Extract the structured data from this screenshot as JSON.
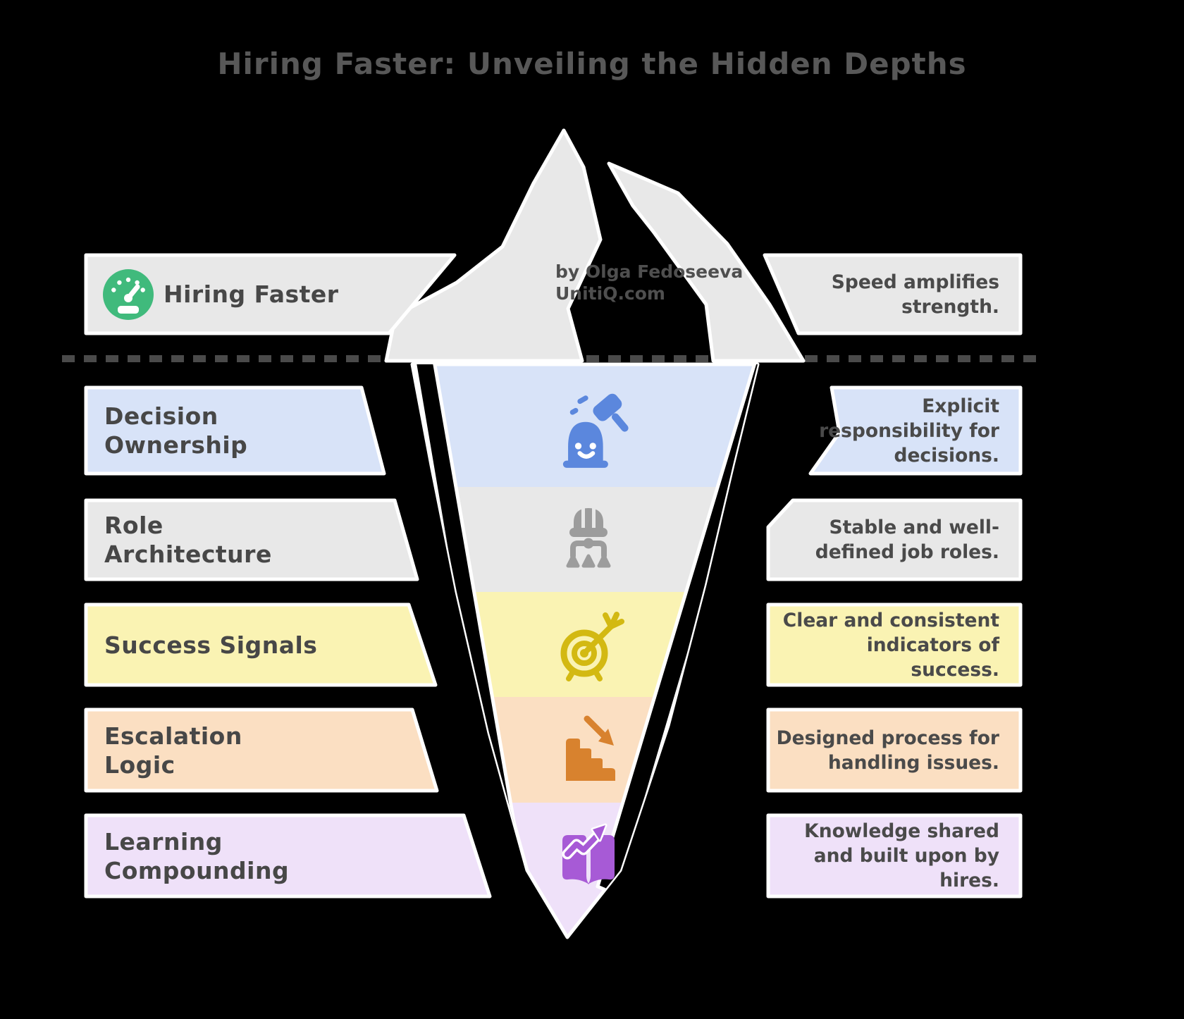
{
  "title": "Hiring Faster: Unveiling the Hidden Depths",
  "attribution": "by Olga Fedoseeva\nUnitiQ.com",
  "background_color": "#000000",
  "iceberg_fill": "#e8e8e8",
  "outline_color": "#ffffff",
  "text_color": "#4a4a4a",
  "waterline": {
    "style": "dashed",
    "color": "#4a4a4a"
  },
  "rows": [
    {
      "id": "hiring-faster",
      "label": "Hiring Faster",
      "description": "Speed amplifies\nstrength.",
      "band_color": "#e8e8e8",
      "icon": "speedometer-icon",
      "icon_color": "#40ba7c",
      "zone": "above waterline"
    },
    {
      "id": "decision-ownership",
      "label": "Decision\nOwnership",
      "description": "Explicit\nresponsibility for\ndecisions.",
      "band_color": "#d8e3f8",
      "icon": "gavel-character-icon",
      "icon_color": "#5b87dd",
      "zone": "below waterline"
    },
    {
      "id": "role-architecture",
      "label": "Role\nArchitecture",
      "description": "Stable and well-\ndefined job roles.",
      "band_color": "#e8e8e8",
      "icon": "hardhat-orgchart-icon",
      "icon_color": "#9c9c9c",
      "zone": "below waterline"
    },
    {
      "id": "success-signals",
      "label": "Success Signals",
      "description": "Clear and consistent\nindicators of success.",
      "band_color": "#faf3b3",
      "icon": "target-arrow-icon",
      "icon_color": "#d3b912",
      "zone": "below waterline"
    },
    {
      "id": "escalation-logic",
      "label": "Escalation\nLogic",
      "description": "Designed process for\nhandling issues.",
      "band_color": "#fbdfc2",
      "icon": "stairs-down-arrow-icon",
      "icon_color": "#d8822e",
      "zone": "below waterline"
    },
    {
      "id": "learning-compounding",
      "label": "Learning\nCompounding",
      "description": "Knowledge shared\nand built upon by\nhires.",
      "band_color": "#efe1f9",
      "icon": "book-trend-arrow-icon",
      "icon_color": "#a75ad6",
      "zone": "below waterline"
    }
  ]
}
